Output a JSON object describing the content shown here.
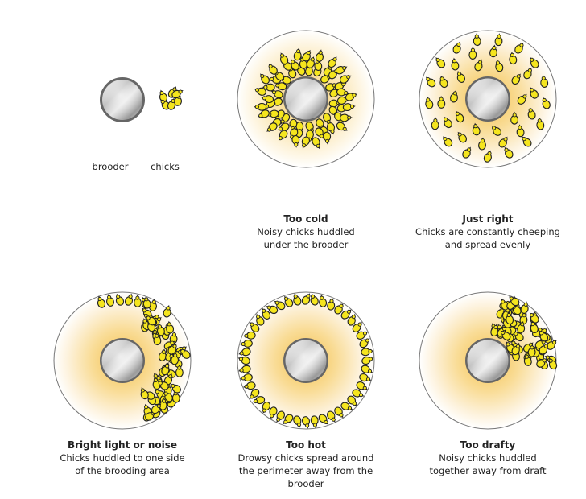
{
  "legend": {
    "brooder_label": "brooder",
    "chicks_label": "chicks"
  },
  "panels": [
    {
      "id": "too-cold",
      "title": "Too cold",
      "description": "Noisy chicks huddled under the brooder"
    },
    {
      "id": "just-right",
      "title": "Just right",
      "description": "Chicks are constantly cheeping and spread evenly"
    },
    {
      "id": "bright-light",
      "title": "Bright light or noise",
      "description": "Chicks huddled to one side of the brooding area"
    },
    {
      "id": "too-hot",
      "title": "Too hot",
      "description": "Drowsy chicks spread around the perimeter away from the brooder"
    },
    {
      "id": "too-drafty",
      "title": "Too drafty",
      "description": "Noisy chicks huddled together away from draft"
    }
  ],
  "colors": {
    "heat_center": "#f6c85a",
    "heat_edge": "#ffffff",
    "chick_fill": "#f5e51e",
    "chick_stroke": "#222222",
    "brooder_light": "#f2f2f2",
    "brooder_dark": "#8a8a8a"
  }
}
